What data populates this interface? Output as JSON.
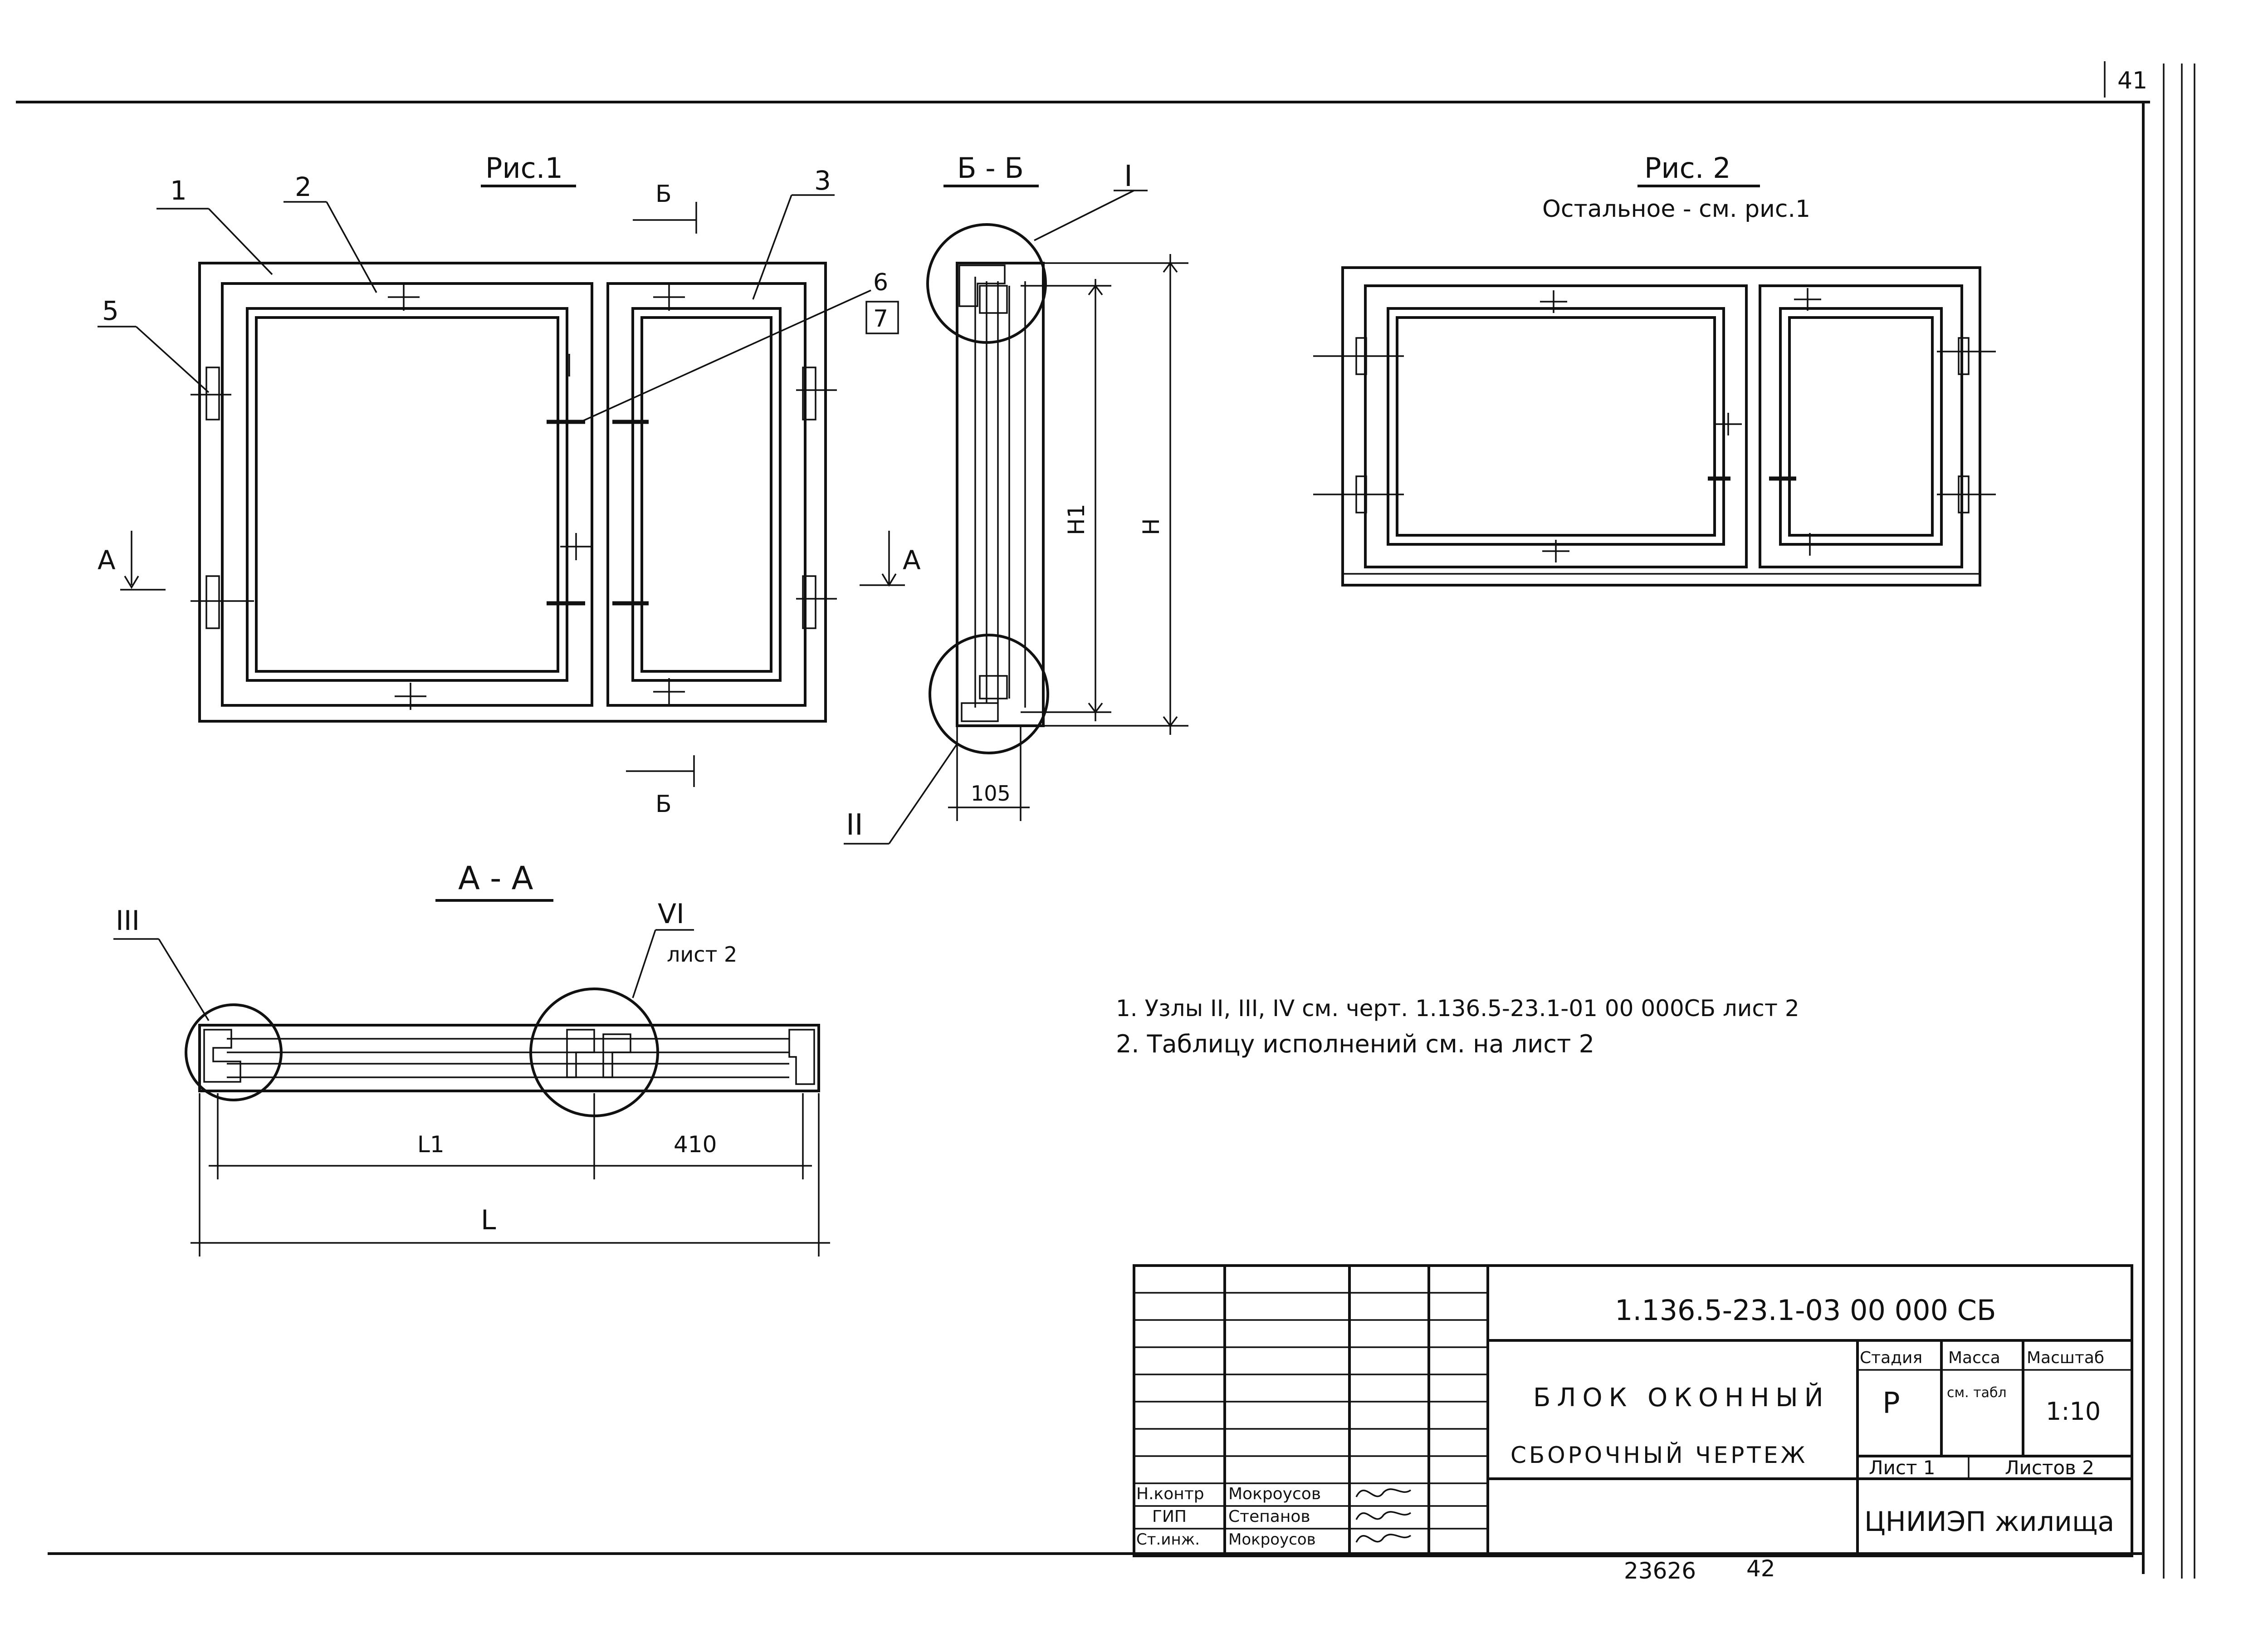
{
  "sheet_number": "41",
  "fig1": {
    "title": "Рис.1",
    "callouts": [
      "1",
      "2",
      "3",
      "5",
      "6",
      "7"
    ],
    "section_bb": "Б",
    "section_aa": "А"
  },
  "section_b": {
    "title": "Б - Б",
    "node_1": "I",
    "node_2": "II",
    "dim_h1": "H1",
    "dim_h": "H",
    "dim_width": "105"
  },
  "fig2": {
    "title": "Рис. 2",
    "subtitle": "Остальное - см. рис.1"
  },
  "section_a": {
    "title": "А - А",
    "node_3": "III",
    "node_6": "VI",
    "node_6_ref": "лист 2",
    "dim_l1": "L1",
    "dim_410": "410",
    "dim_l": "L"
  },
  "notes": [
    "1. Узлы II, III, IV см. черт. 1.136.5-23.1-01 00 000СБ лист 2",
    "2. Таблицу исполнений см. на лист 2"
  ],
  "title_block": {
    "doc_code": "1.136.5-23.1-03 00 000 СБ",
    "name_line1": "БЛОК ОКОННЫЙ",
    "name_line2": "СБОРОЧНЫЙ ЧЕРТЕЖ",
    "stage_header": "Стадия",
    "mass_header": "Масса",
    "scale_header": "Масштаб",
    "stage_value": "Р",
    "mass_value": "см. табл",
    "scale_value": "1:10",
    "sheet_label": "Лист 1",
    "sheets_label": "Листов 2",
    "org": "ЦНИИЭП жилища",
    "signatures": [
      {
        "role": "Н.контр",
        "name": "Мокроусов"
      },
      {
        "role": "ГИП",
        "name": "Степанов"
      },
      {
        "role": "Ст.инж.",
        "name": "Мокроусов"
      }
    ],
    "archive_number": "23626",
    "archive_page": "42"
  }
}
